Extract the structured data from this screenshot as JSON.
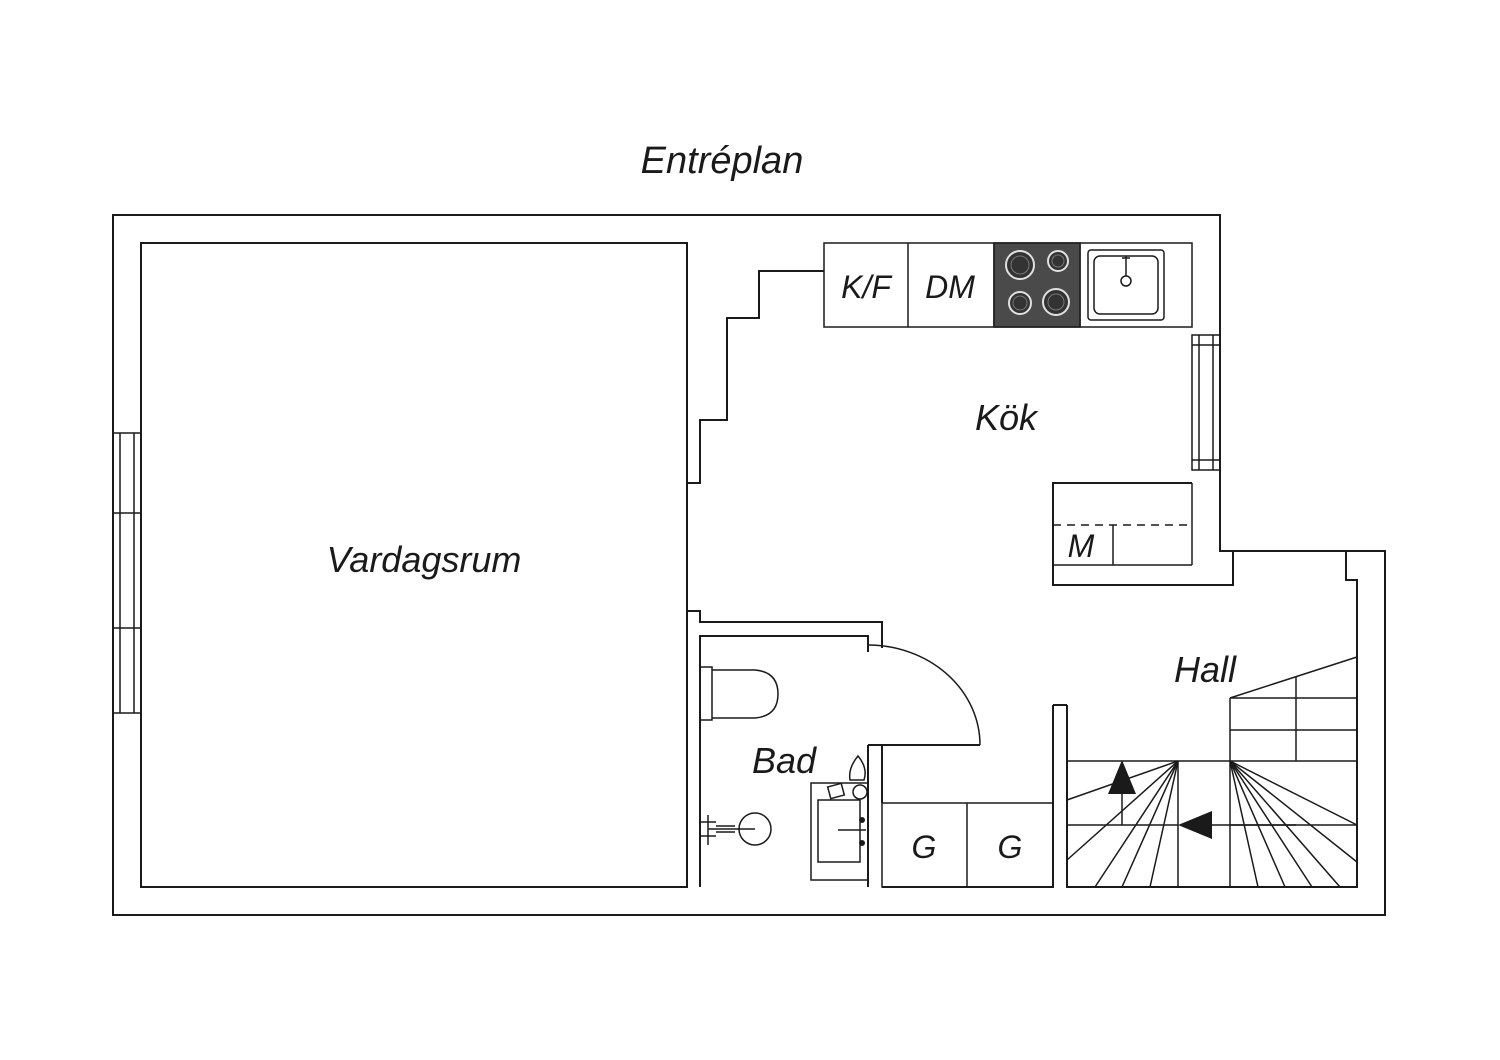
{
  "title": "Entréplan",
  "rooms": {
    "living": "Vardagsrum",
    "kitchen": "Kök",
    "bath": "Bad",
    "hall": "Hall"
  },
  "appliances": {
    "fridge_freezer": "K/F",
    "dishwasher": "DM",
    "microwave": "M",
    "wardrobe_1": "G",
    "wardrobe_2": "G"
  },
  "colors": {
    "line": "#1a1a1a",
    "stove": "#4a4a4a",
    "background": "#ffffff"
  }
}
